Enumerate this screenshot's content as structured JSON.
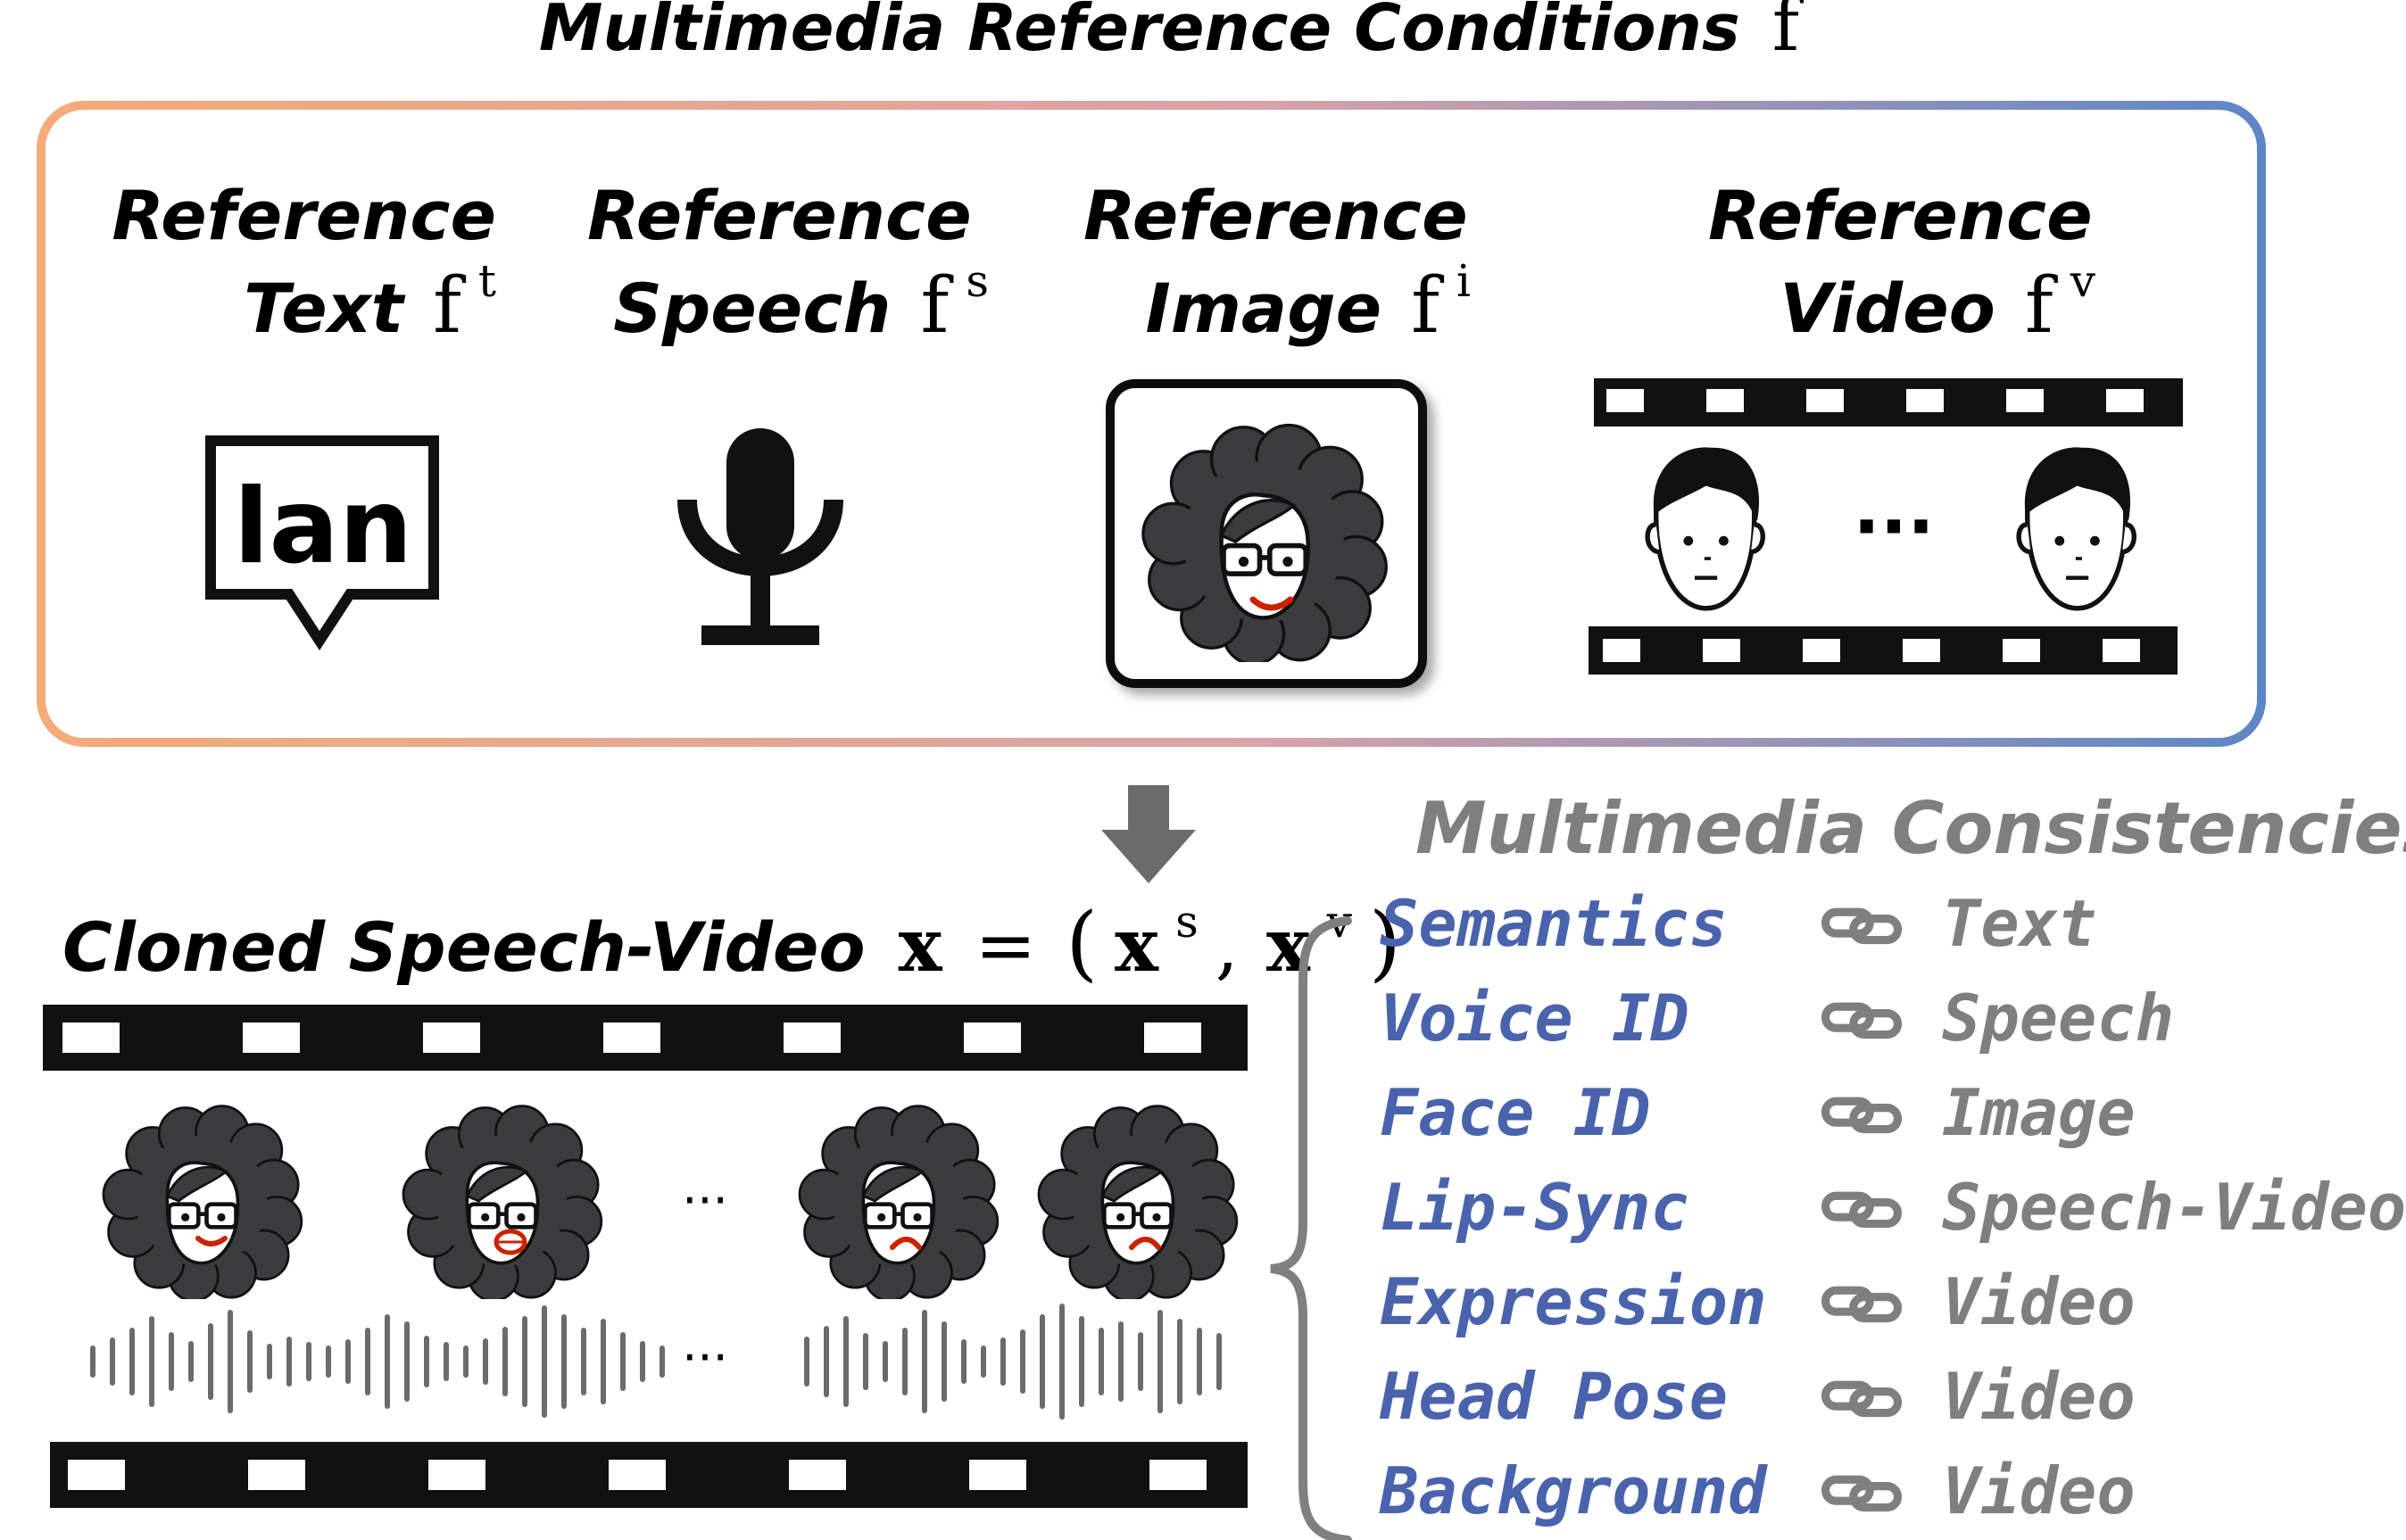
{
  "title": {
    "text": "Multimedia Reference Conditions",
    "symbol": "f"
  },
  "references": [
    {
      "line1": "Reference",
      "line2": "Text",
      "symbol": "f",
      "sup": "t",
      "icon": "text-bubble-icon",
      "icon_text": "lan"
    },
    {
      "line1": "Reference",
      "line2": "Speech",
      "symbol": "f",
      "sup": "s",
      "icon": "microphone-icon"
    },
    {
      "line1": "Reference",
      "line2": "Image",
      "symbol": "f",
      "sup": "i",
      "icon": "face-portrait-icon"
    },
    {
      "line1": "Reference",
      "line2": "Video",
      "symbol": "f",
      "sup": "v",
      "icon": "film-strip-icon",
      "ellipsis": "···"
    }
  ],
  "cloned": {
    "label": "Cloned Speech-Video",
    "math": {
      "x": "x",
      "eq": "=",
      "open": "(",
      "xs": "x",
      "sup_s": "s",
      "comma": ",",
      "xv": "x",
      "sup_v": "v",
      "close": ")"
    },
    "ellipsis_faces": "···",
    "ellipsis_wave": "···"
  },
  "consistencies": {
    "title": "Multimedia Consistencies",
    "rows": [
      {
        "aspect": "Semantics",
        "source": "Text"
      },
      {
        "aspect": "Voice ID",
        "source": "Speech"
      },
      {
        "aspect": "Face ID",
        "source": "Image"
      },
      {
        "aspect": "Lip-Sync",
        "source": "Speech-Video"
      },
      {
        "aspect": "Expression",
        "source": "Video"
      },
      {
        "aspect": "Head Pose",
        "source": "Video"
      },
      {
        "aspect": "Background",
        "source": "Video"
      }
    ]
  },
  "colors": {
    "border_left": "#f3ab78",
    "border_mid": "#d7a3a8",
    "border_right": "#5d86c6",
    "aspect_blue": "#4a63ad",
    "gray_text": "#7f7f7f",
    "arrow_gray": "#6b6b6b",
    "hair": "#3c3c3e",
    "lip_red": "#cc2200"
  }
}
